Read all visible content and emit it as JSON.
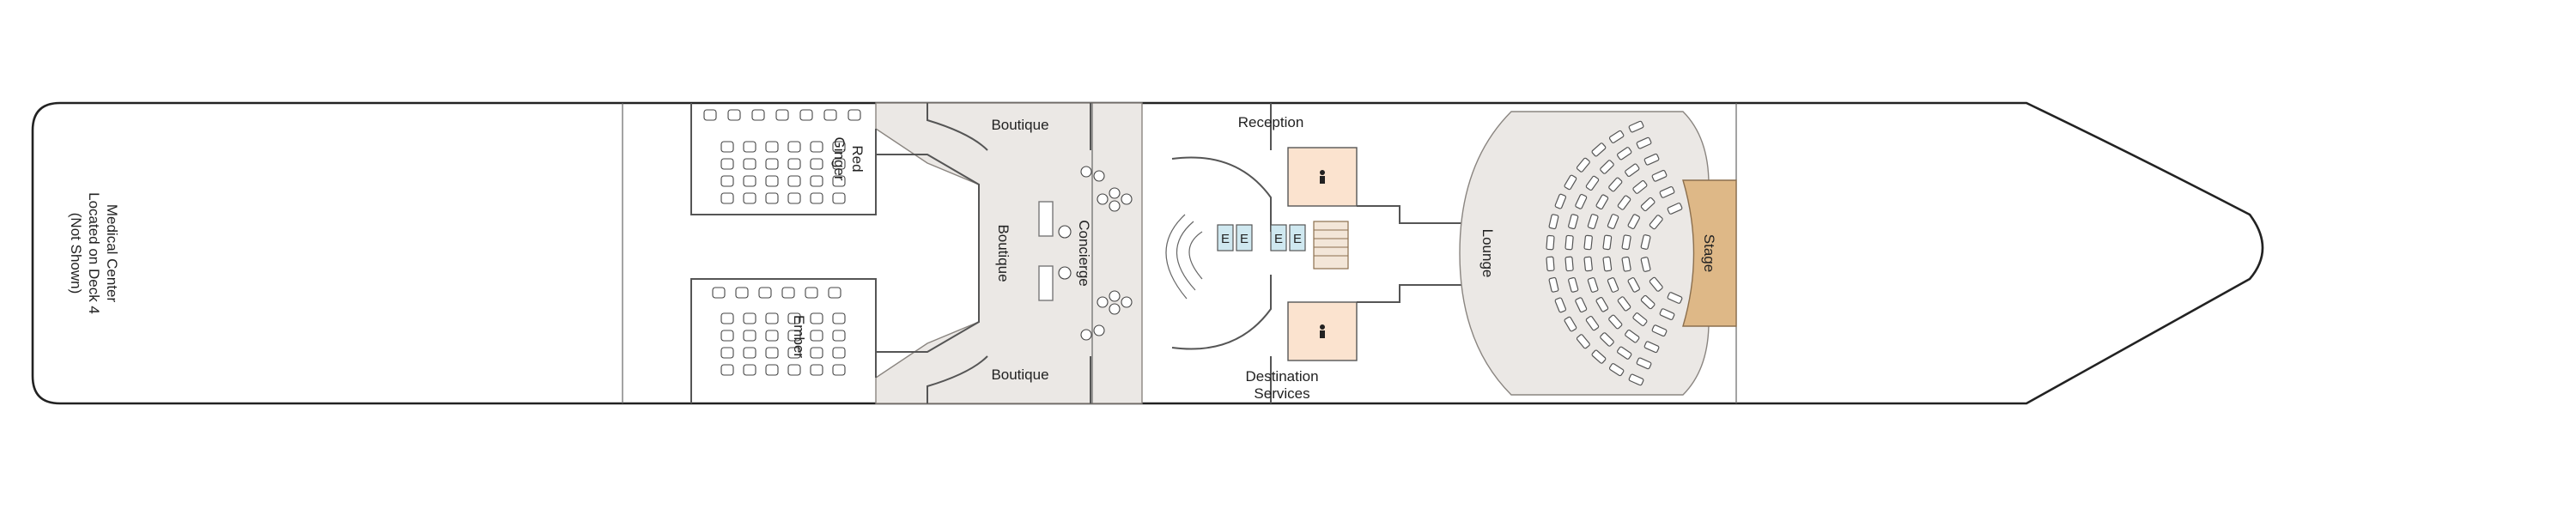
{
  "deck_plan": {
    "medical_note": [
      "Medical Center",
      "Located on Deck 4",
      "(Not Shown)"
    ],
    "venues": {
      "red_ginger": [
        "Red",
        "Ginger"
      ],
      "ember": "Ember",
      "boutique_top": "Boutique",
      "boutique_middle": "Boutique",
      "boutique_bottom": "Boutique",
      "concierge": "Concierge",
      "reception": "Reception",
      "destination_services": [
        "Destination",
        "Services"
      ],
      "lounge": "Lounge",
      "stage": "Stage"
    },
    "elevator_glyph": "E",
    "colors": {
      "hull_outline": "#222222",
      "floor": "#ebe8e5",
      "restroom": "#fbe3cf",
      "stage": "#deb887",
      "elevator": "#cfe8f0"
    },
    "icons": [
      "restroom-icon",
      "elevator-icon",
      "stairs-icon",
      "lounge-seating",
      "dining-tables"
    ]
  }
}
